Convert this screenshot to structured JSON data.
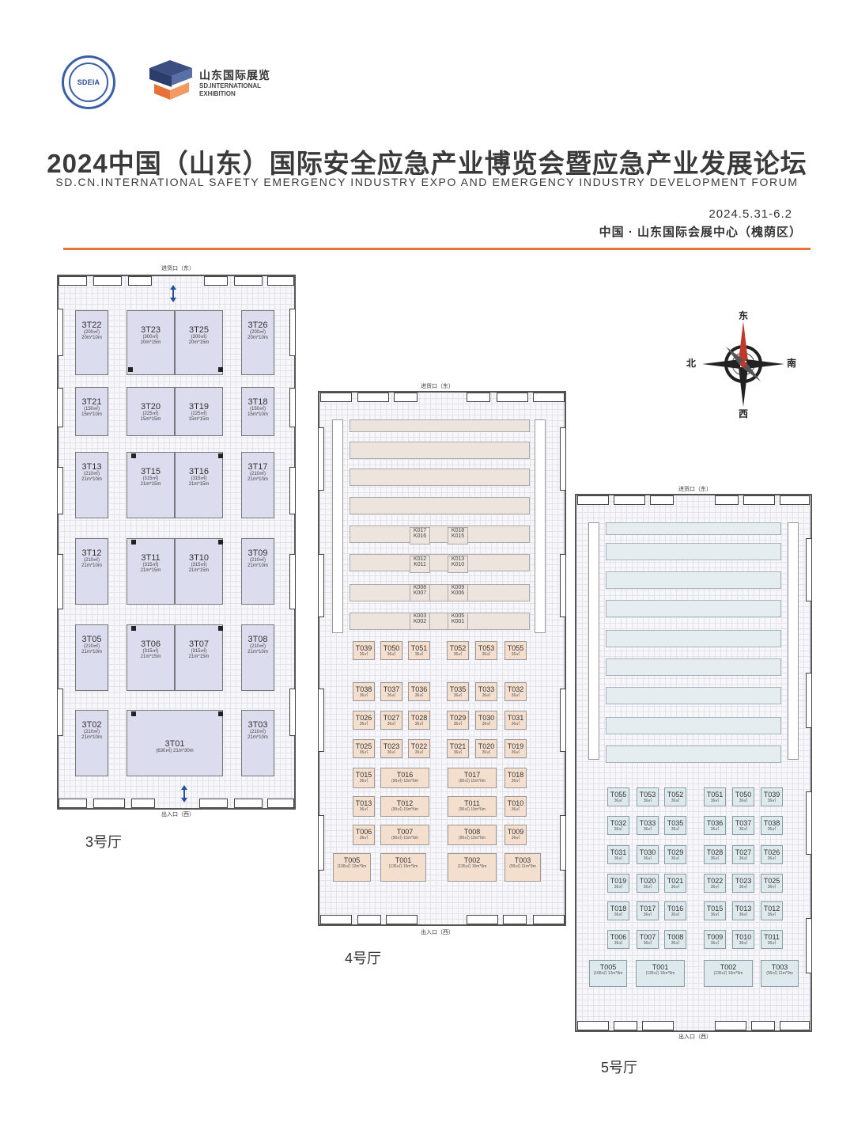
{
  "header": {
    "seal_text": "SDEIA",
    "brand_cn": "山东国际展览",
    "brand_en": "SD.INTERNATIONAL EXHIBITION",
    "title_cn": "2024中国（山东）国际安全应急产业博览会暨应急产业发展论坛",
    "title_en": "SD.CN.INTERNATIONAL SAFETY EMERGENCY INDUSTRY EXPO AND EMERGENCY INDUSTRY DEVELOPMENT FORUM",
    "date": "2024.5.31-6.2",
    "venue": "中国 · 山东国际会展中心（槐荫区）",
    "accent_color": "#e8703a"
  },
  "compass": {
    "east": "东",
    "west": "西",
    "north": "北",
    "south": "南"
  },
  "hall3": {
    "label": "3号厅",
    "gate_top": "进货口（东）",
    "gate_bottom": "出入口（西）",
    "booths": [
      {
        "code": "3T22",
        "area": "(200㎡)",
        "dim": "20m*10m"
      },
      {
        "code": "3T23",
        "area": "(300㎡)",
        "dim": "20m*15m"
      },
      {
        "code": "3T25",
        "area": "(300㎡)",
        "dim": "20m*15m"
      },
      {
        "code": "3T26",
        "area": "(200㎡)",
        "dim": "20m*10m"
      },
      {
        "code": "3T21",
        "area": "(150㎡)",
        "dim": "15m*10m"
      },
      {
        "code": "3T20",
        "area": "(225㎡)",
        "dim": "15m*15m"
      },
      {
        "code": "3T19",
        "area": "(225㎡)",
        "dim": "15m*15m"
      },
      {
        "code": "3T18",
        "area": "(150㎡)",
        "dim": "15m*10m"
      },
      {
        "code": "3T13",
        "area": "(210㎡)",
        "dim": "21m*10m"
      },
      {
        "code": "3T15",
        "area": "(315㎡)",
        "dim": "21m*15m"
      },
      {
        "code": "3T16",
        "area": "(315㎡)",
        "dim": "21m*15m"
      },
      {
        "code": "3T17",
        "area": "(210㎡)",
        "dim": "21m*10m"
      },
      {
        "code": "3T12",
        "area": "(210㎡)",
        "dim": "21m*10m"
      },
      {
        "code": "3T11",
        "area": "(315㎡)",
        "dim": "21m*15m"
      },
      {
        "code": "3T10",
        "area": "(315㎡)",
        "dim": "21m*15m"
      },
      {
        "code": "3T09",
        "area": "(210㎡)",
        "dim": "21m*10m"
      },
      {
        "code": "3T05",
        "area": "(210㎡)",
        "dim": "21m*10m"
      },
      {
        "code": "3T06",
        "area": "(315㎡)",
        "dim": "21m*15m"
      },
      {
        "code": "3T07",
        "area": "(315㎡)",
        "dim": "21m*15m"
      },
      {
        "code": "3T08",
        "area": "(210㎡)",
        "dim": "21m*10m"
      },
      {
        "code": "3T02",
        "area": "(210㎡)",
        "dim": "21m*10m"
      },
      {
        "code": "3T01",
        "area": "(630㎡) 21m*30m",
        "dim": ""
      },
      {
        "code": "3T03",
        "area": "(210㎡)",
        "dim": "21m*10m"
      }
    ]
  },
  "hall4": {
    "label": "4号厅",
    "gate_top": "进货口（东）",
    "gate_bottom": "出入口（西）",
    "area_label": "36㎡",
    "rows_t": [
      [
        "T039",
        "T050",
        "T051",
        "T052",
        "T053",
        "T055"
      ],
      [
        "T038",
        "T037",
        "T036",
        "T035",
        "T033",
        "T032"
      ],
      [
        "T026",
        "T027",
        "T028",
        "T029",
        "T030",
        "T031"
      ],
      [
        "T025",
        "T023",
        "T022",
        "T021",
        "T020",
        "T019"
      ]
    ],
    "big_rows": [
      [
        {
          "code": "T015",
          "meta": "36㎡"
        },
        {
          "code": "T016",
          "meta": "(90㎡) 15m*6m"
        },
        {
          "code": "T017",
          "meta": "(90㎡) 15m*6m"
        },
        {
          "code": "T018",
          "meta": "36㎡"
        }
      ],
      [
        {
          "code": "T013",
          "meta": "36㎡"
        },
        {
          "code": "T012",
          "meta": "(90㎡) 15m*6m"
        },
        {
          "code": "T011",
          "meta": "(90㎡) 15m*6m"
        },
        {
          "code": "T010",
          "meta": "36㎡"
        }
      ],
      [
        {
          "code": "T006",
          "meta": "36㎡"
        },
        {
          "code": "T007",
          "meta": "(90㎡) 15m*6m"
        },
        {
          "code": "T008",
          "meta": "(90㎡) 15m*6m"
        },
        {
          "code": "T009",
          "meta": "36㎡"
        }
      ],
      [
        {
          "code": "T005",
          "meta": "(108㎡) 12m*9m"
        },
        {
          "code": "T001",
          "meta": "(135㎡) 15m*9m"
        },
        {
          "code": "T002",
          "meta": "(135㎡) 15m*9m"
        },
        {
          "code": "T003",
          "meta": "(99㎡) 11m*9m"
        }
      ]
    ],
    "k_booths": [
      "K017",
      "K016",
      "K018",
      "K015",
      "K012",
      "K011",
      "K013",
      "K010",
      "K008",
      "K007",
      "K009",
      "K006",
      "K003",
      "K002",
      "K005",
      "K001"
    ]
  },
  "hall5": {
    "label": "5号厅",
    "gate_top": "进货口（东）",
    "gate_bottom": "出入口（西）",
    "area_label": "36㎡",
    "rows_t": [
      [
        "T055",
        "T053",
        "T052",
        "T051",
        "T050",
        "T039"
      ],
      [
        "T032",
        "T033",
        "T035",
        "T036",
        "T037",
        "T038"
      ],
      [
        "T031",
        "T030",
        "T029",
        "T028",
        "T027",
        "T026"
      ],
      [
        "T019",
        "T020",
        "T021",
        "T022",
        "T023",
        "T025"
      ],
      [
        "T018",
        "T017",
        "T016",
        "T015",
        "T013",
        "T012"
      ],
      [
        "T006",
        "T007",
        "T008",
        "T009",
        "T010",
        "T011"
      ]
    ],
    "big_row": [
      {
        "code": "T005",
        "meta": "(108㎡) 12m*9m"
      },
      {
        "code": "T001",
        "meta": "(135㎡) 15m*9m"
      },
      {
        "code": "T002",
        "meta": "(135㎡) 15m*9m"
      },
      {
        "code": "T003",
        "meta": "(99㎡) 11m*9m"
      }
    ]
  }
}
